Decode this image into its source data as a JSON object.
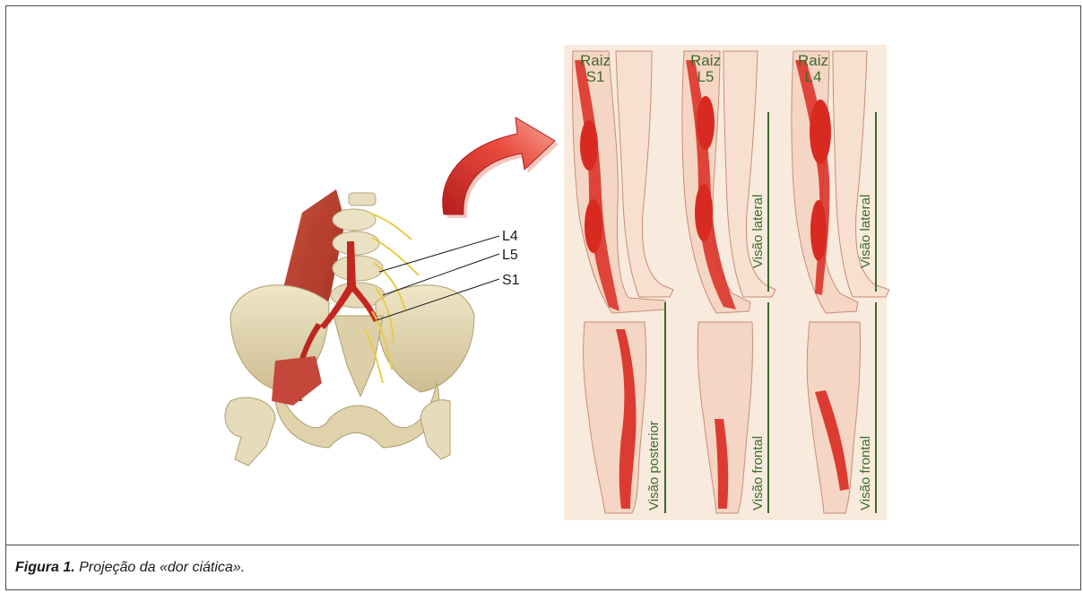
{
  "figure": {
    "vertebra_labels": [
      "L4",
      "L5",
      "S1"
    ],
    "panels": [
      {
        "root_word": "Raiz",
        "root_code": "S1",
        "upper_view": "",
        "lower_view": "Visão posterior"
      },
      {
        "root_word": "Raiz",
        "root_code": "L5",
        "upper_view": "Visão lateral",
        "lower_view": "Visão frontal"
      },
      {
        "root_word": "Raiz",
        "root_code": "L4",
        "upper_view": "Visão lateral",
        "lower_view": "Visão frontal"
      }
    ]
  },
  "caption": {
    "label": "Figura 1.",
    "text": " Projeção da «dor ciática»."
  },
  "colors": {
    "skin": "#f5d6c4",
    "panel_bg": "#f8ebdd",
    "pain": "#d92a22",
    "view_text": "#3a6b2a",
    "root_text": "#3d6b2c"
  }
}
